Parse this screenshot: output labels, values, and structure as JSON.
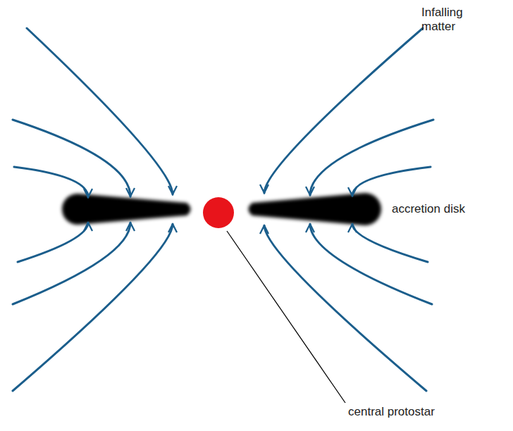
{
  "diagram": {
    "labels": [
      "Infalling matter",
      "accretion disk",
      "central protostar"
    ]
  }
}
